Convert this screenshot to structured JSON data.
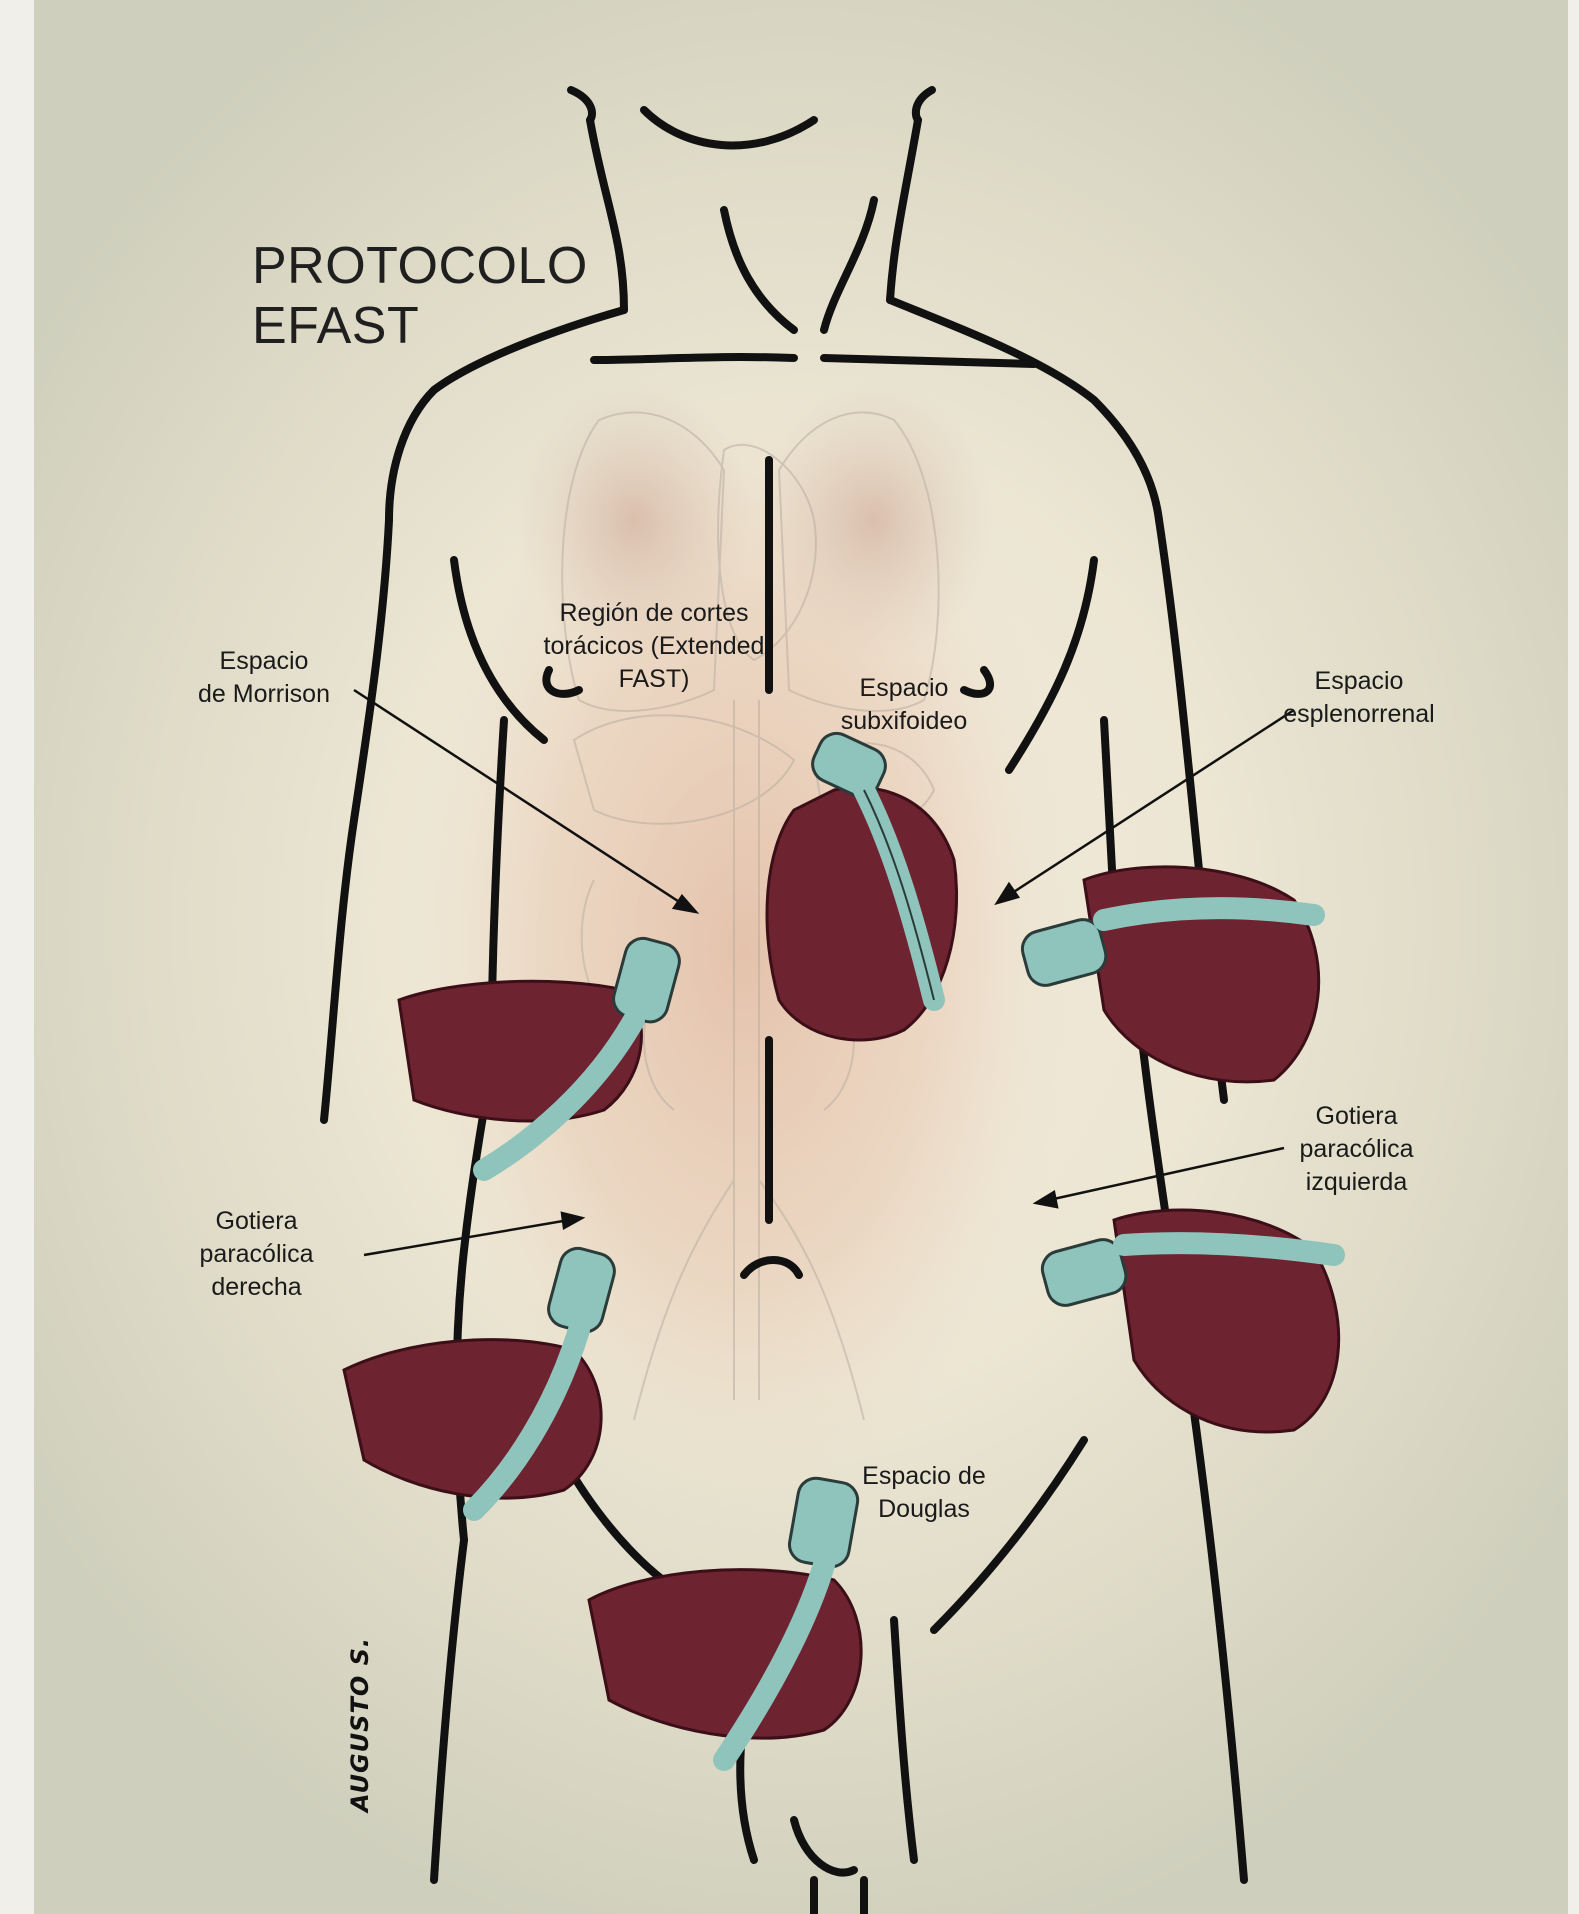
{
  "title": {
    "line1": "PROTOCOLO",
    "line2": "EFAST"
  },
  "labels": {
    "thoracic": [
      "Región de cortes",
      "torácicos (Extended",
      "FAST)"
    ],
    "morrison": [
      "Espacio",
      "de Morrison"
    ],
    "subxiphoid": [
      "Espacio",
      "subxifoideo"
    ],
    "splenorenal": [
      "Espacio",
      "esplenorrenal"
    ],
    "left_gutter": [
      "Gotiera",
      "paracólica",
      "izquierda"
    ],
    "right_gutter": [
      "Gotiera",
      "paracólica",
      "derecha"
    ],
    "douglas": [
      "Espacio de",
      "Douglas"
    ]
  },
  "signature": "AUGUSTO S.",
  "colors": {
    "outline": "#111111",
    "hand": "#6e2430",
    "hand_shadow": "#4c1620",
    "probe": "#8fc4bd",
    "probe_dark": "#5f8f8a",
    "abdomen_glow": "#e3b99f"
  }
}
